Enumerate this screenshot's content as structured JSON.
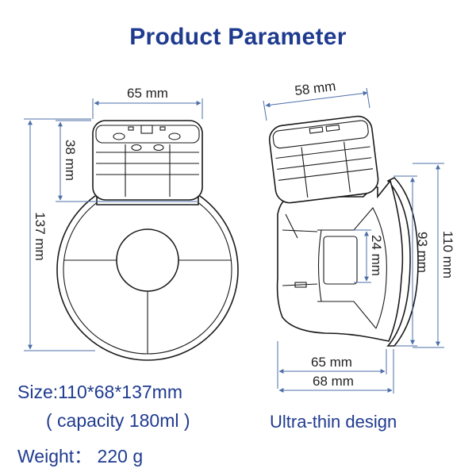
{
  "title": "Product Parameter",
  "specs": {
    "size": "Size:110*68*137mm",
    "capacity": "( capacity 180ml )",
    "weight": "Weight： 220 g"
  },
  "tagline": "Ultra-thin design",
  "dimensions": {
    "front_width": "65 mm",
    "motor_height": "38 mm",
    "total_height": "137 mm",
    "side_width": "58 mm",
    "inner_depth": "24 mm",
    "shield_height": "93 mm",
    "outer_height": "110 mm",
    "base_width": "65 mm",
    "total_width": "68 mm"
  },
  "colors": {
    "accent": "#1f3b8f",
    "dimension_line": "#4d6fa8",
    "outline": "#1a1a1a"
  }
}
